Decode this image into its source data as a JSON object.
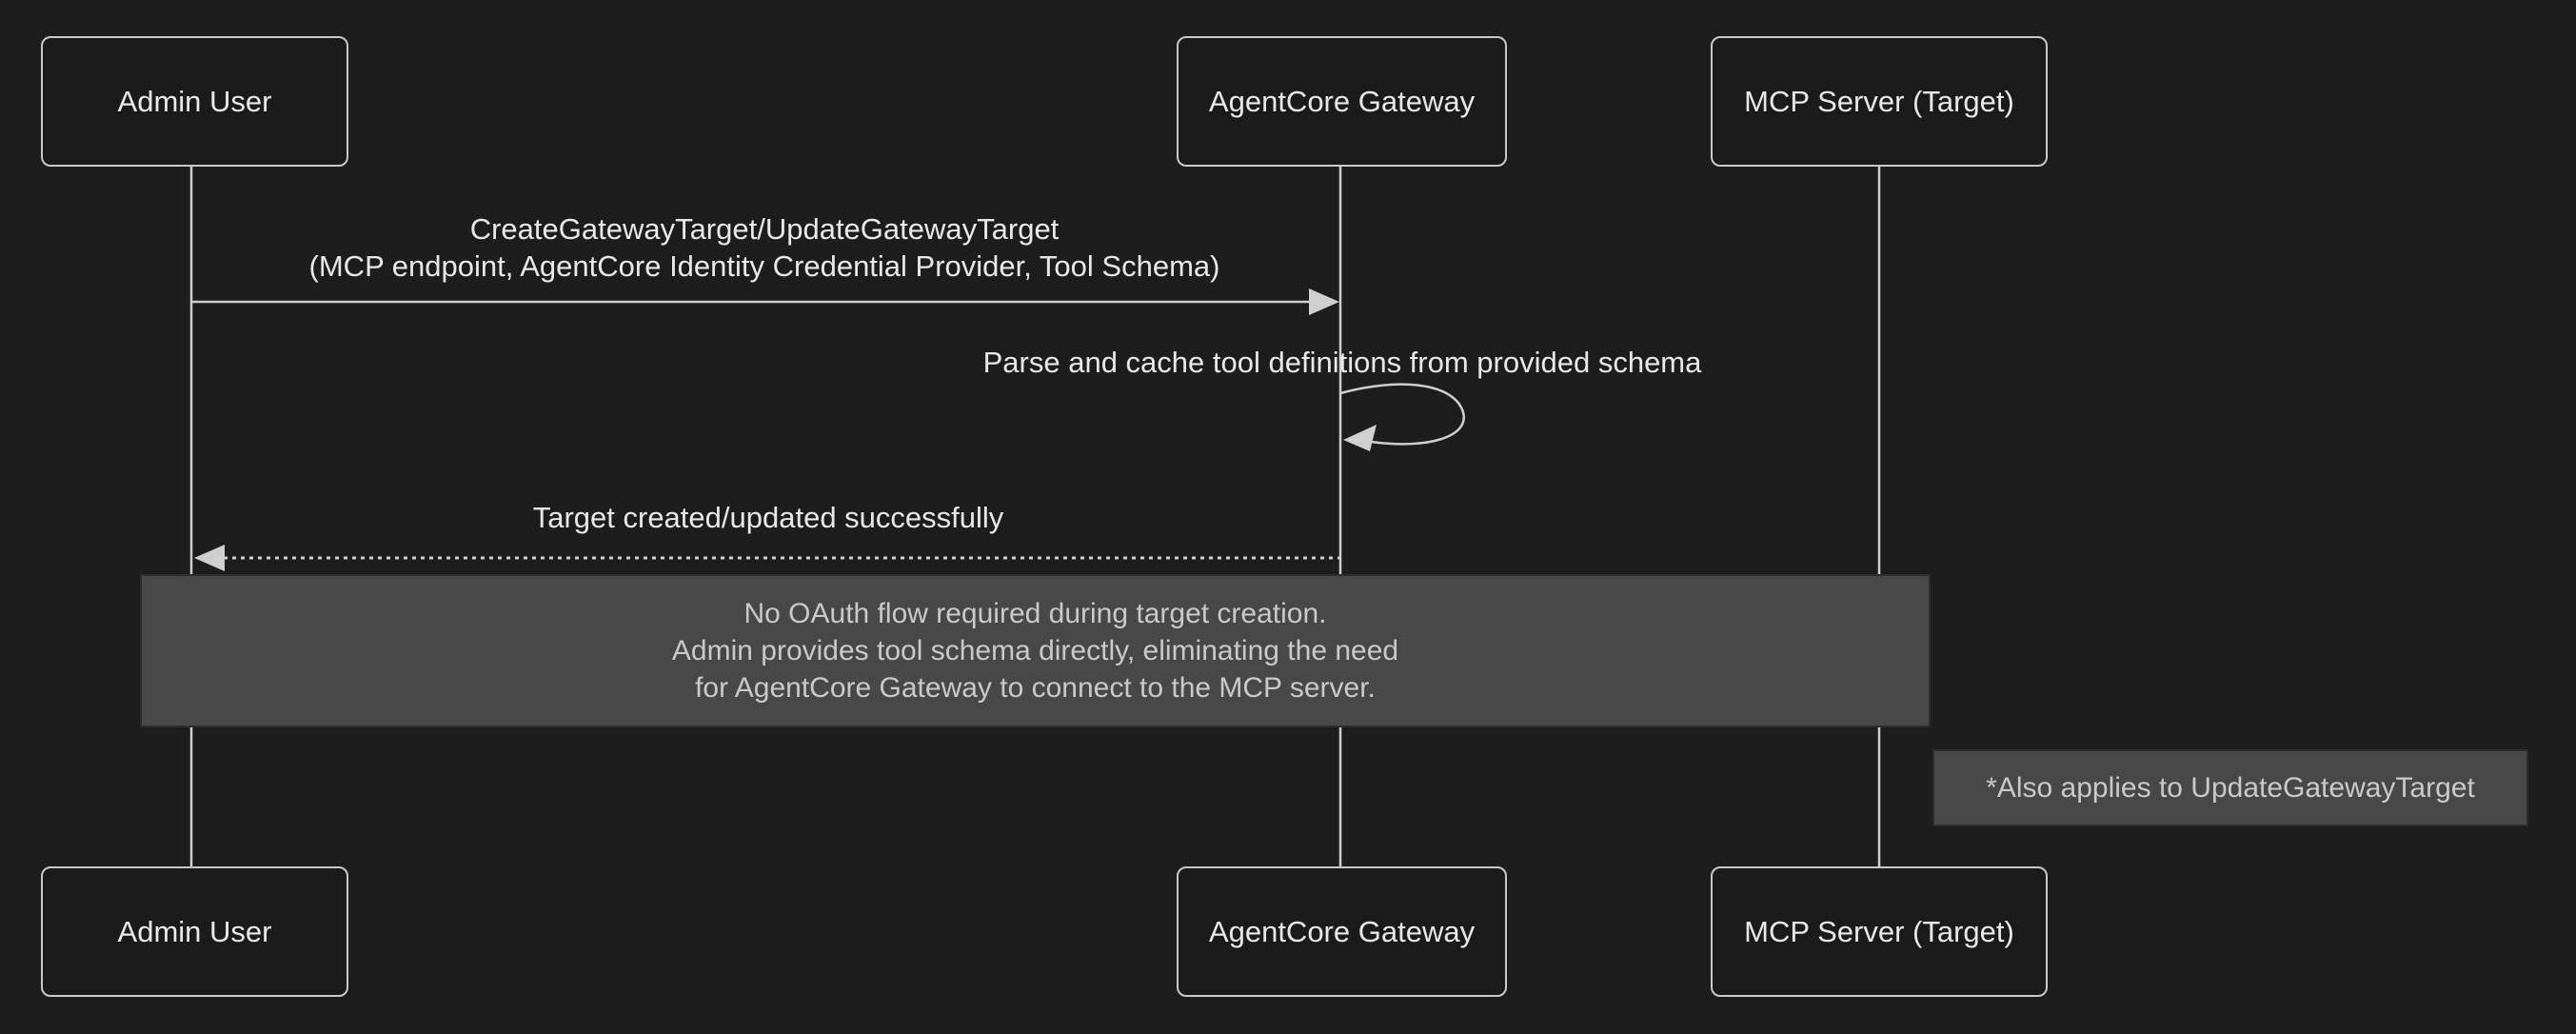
{
  "colors": {
    "background": "#1d1d1e",
    "actor_border": "#c9c9c9",
    "actor_fill": "#1b1b1c",
    "text": "#e8e8e8",
    "line": "#cfcfcf",
    "note_fill": "#484848",
    "note_border": "#2d2d2d",
    "note_text": "#c9c9c9"
  },
  "actors": [
    {
      "label": "Admin User"
    },
    {
      "label": "AgentCore Gateway"
    },
    {
      "label": "MCP Server (Target)"
    }
  ],
  "messages": [
    {
      "type": "solid-arrow",
      "from": "Admin User",
      "to": "AgentCore Gateway",
      "line1": "CreateGatewayTarget/UpdateGatewayTarget",
      "line2": "(MCP endpoint, AgentCore Identity Credential Provider, Tool Schema)"
    },
    {
      "type": "self-loop",
      "from": "AgentCore Gateway",
      "to": "AgentCore Gateway",
      "line1": "Parse and cache tool definitions from provided schema"
    },
    {
      "type": "dashed-arrow",
      "from": "AgentCore Gateway",
      "to": "Admin User",
      "line1": "Target created/updated successfully"
    }
  ],
  "notes": [
    {
      "position": "over Admin User and AgentCore Gateway",
      "line1": "No OAuth flow required during target creation.",
      "line2": "Admin provides tool schema directly, eliminating the need",
      "line3": "for AgentCore Gateway to connect to the MCP server."
    },
    {
      "position": "right of MCP Server (Target)",
      "line1": "*Also applies to UpdateGatewayTarget"
    }
  ]
}
